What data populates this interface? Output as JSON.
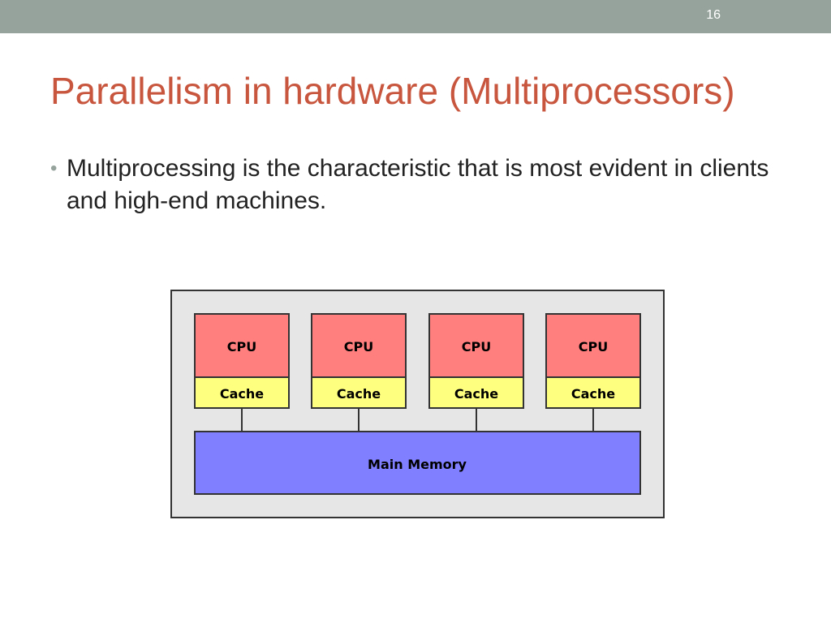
{
  "slide": {
    "number": "16",
    "title": "Parallelism in hardware (Multiprocessors)",
    "bullets": [
      "Multiprocessing is the characteristic that is most evident in clients and high-end machines."
    ]
  },
  "diagram": {
    "processors": [
      {
        "cpu_label": "CPU",
        "cache_label": "Cache"
      },
      {
        "cpu_label": "CPU",
        "cache_label": "Cache"
      },
      {
        "cpu_label": "CPU",
        "cache_label": "Cache"
      },
      {
        "cpu_label": "CPU",
        "cache_label": "Cache"
      }
    ],
    "memory_label": "Main Memory",
    "colors": {
      "frame": "#e6e6e6",
      "cpu": "#ff7f7f",
      "cache": "#ffff7f",
      "memory": "#7f7fff",
      "border": "#333333"
    }
  },
  "theme": {
    "top_bar": "#95a39c",
    "title_color": "#c8553d"
  }
}
